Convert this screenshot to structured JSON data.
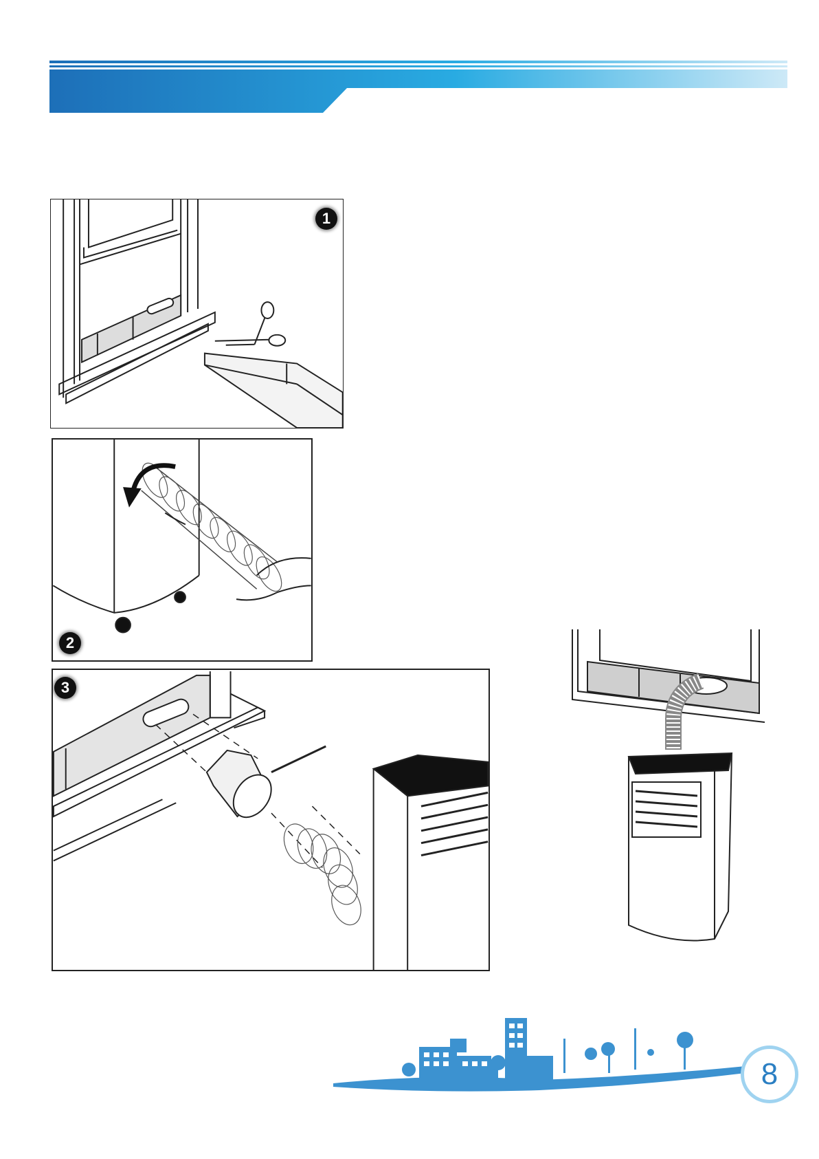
{
  "header": {
    "colors": {
      "dark_blue": "#1d6fb8",
      "mid_blue": "#29abe2",
      "light_blue": "#cde9f7"
    }
  },
  "steps": [
    {
      "label": "1",
      "icon": "scissors-cutting-window-panel"
    },
    {
      "label": "2",
      "icon": "hose-attach-rotate-arrow"
    },
    {
      "label": "3",
      "icon": "window-adapter-nozzle-connection"
    }
  ],
  "final_illustration": {
    "icon": "air-conditioner-installed-at-window"
  },
  "footer": {
    "page_number": "8",
    "skyline_icon": "city-skyline-icon",
    "colors": {
      "skyline": "#3c92d0",
      "badge_ring": "#9fd3f0"
    }
  }
}
